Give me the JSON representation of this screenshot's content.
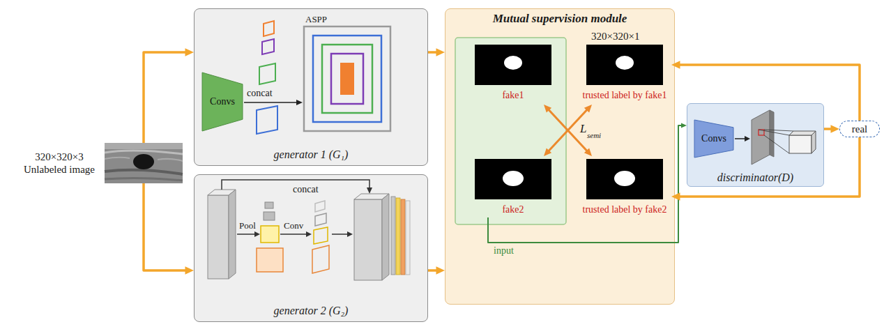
{
  "diagram": {
    "nodes": [
      {
        "text": [
          "320×320×3 Unlabeled image"
        ]
      },
      {
        "text": [
          "generator 1 (G₁)"
        ]
      },
      {
        "text": [
          "Convs"
        ],
        "in": 1
      },
      {
        "text": [
          "generator 2 (G₂)"
        ]
      },
      {
        "text": [
          "Mutual supervision module"
        ]
      },
      {
        "text": [
          "fake1"
        ],
        "in": 4
      },
      {
        "text": [
          "trusted label by fake1"
        ],
        "in": 4
      },
      {
        "text": [
          "fake2"
        ],
        "in": 4
      },
      {
        "text": [
          "trusted label by fake2"
        ],
        "in": 4
      },
      {
        "text": [
          "discriminator(D)"
        ]
      },
      {
        "text": [
          "Convs"
        ],
        "in": 9
      },
      {
        "text": [
          "real"
        ]
      }
    ],
    "edges": [
      {
        "from": 0,
        "to": 1,
        "arrow": "to"
      },
      {
        "from": 0,
        "to": 3,
        "arrow": "to"
      },
      {
        "from": 1,
        "to": 4,
        "arrow": "to"
      },
      {
        "from": 3,
        "to": 4,
        "arrow": "to"
      },
      {
        "from": 5,
        "to": 8,
        "arrow": "both"
      },
      {
        "from": 7,
        "to": 6,
        "arrow": "both"
      },
      {
        "from": 7,
        "to": 9,
        "label": "input",
        "arrow": "to"
      },
      {
        "from": 9,
        "to": 11,
        "arrow": "to"
      },
      {
        "from": 11,
        "to": 6,
        "arrow": "to"
      },
      {
        "from": 11,
        "to": 8,
        "arrow": "to"
      }
    ],
    "labels": [
      "concat",
      "ASPP",
      "concat",
      "Pool",
      "Conv",
      "320×320×1",
      "L",
      "semi"
    ]
  }
}
